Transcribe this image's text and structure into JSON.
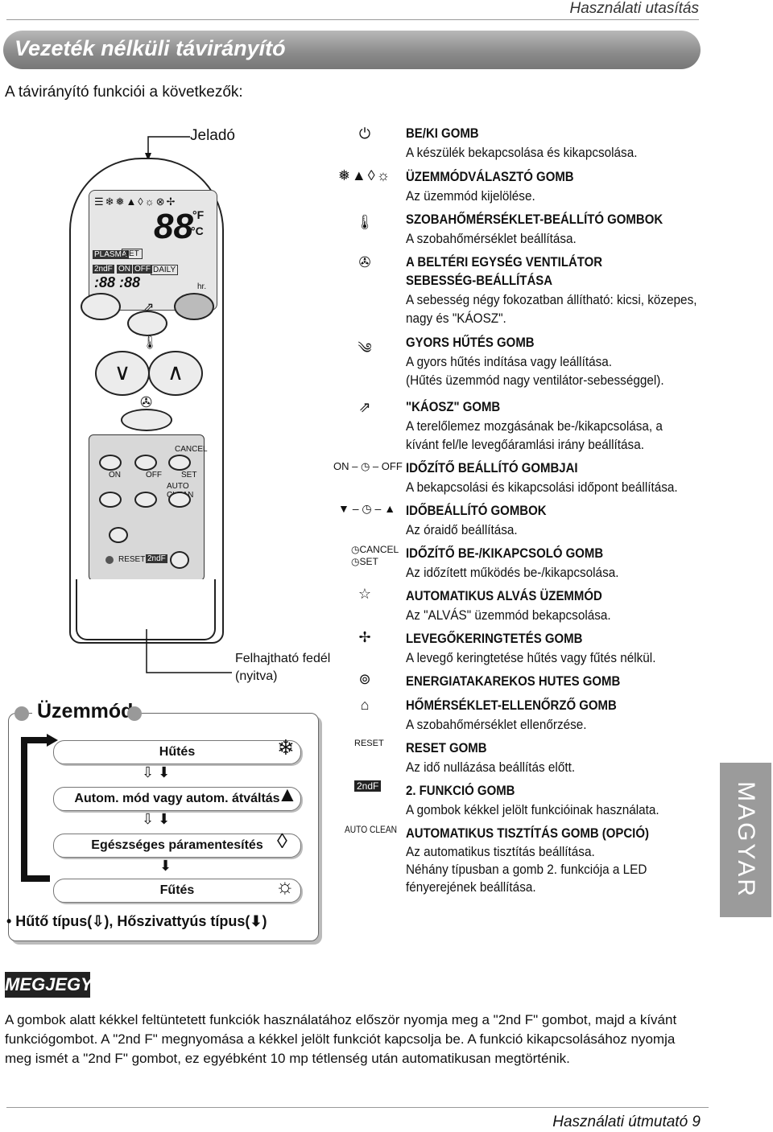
{
  "header": {
    "top_right": "Használati utasítás",
    "banner_title": "Vezeték nélküli távirányító",
    "intro": "A távirányító funkciói a következők:"
  },
  "remote": {
    "jelado": "Jeladó",
    "lcd": {
      "plasma": "PLASMA",
      "jet": "JET",
      "second_f": "2ndF",
      "on": "ON",
      "off": "OFF",
      "daily": "DAILY",
      "hr": "hr.",
      "digits": "88",
      "temp_unit_f": "°F",
      "temp_unit_c": "°C"
    },
    "labels": {
      "cancel": "CANCEL",
      "set": "SET",
      "on": "ON",
      "off": "OFF",
      "auto_clean": "AUTO CLEAN",
      "reset": "RESET",
      "second_f": "2ndF"
    },
    "flip_cover": "Felhajtható fedél (nyitva)"
  },
  "modes": {
    "title": "Üzemmód",
    "items": [
      "Hűtés",
      "Autom. mód vagy autom. átváltás",
      "Egészséges páramentesítés",
      "Fűtés"
    ],
    "footer": "• Hűtő típus(",
    "footer_mid": "), Hőszivattyús típus(",
    "footer_end": ")"
  },
  "functions": [
    {
      "title": "BE/KI GOMB",
      "desc": [
        "A készülék bekapcsolása és kikapcsolása."
      ]
    },
    {
      "title": "ÜZEMMÓDVÁLASZTÓ GOMB",
      "desc": [
        "Az üzemmód kijelölése."
      ]
    },
    {
      "title": "SZOBAHŐMÉRSÉKLET-BEÁLLÍTÓ GOMBOK",
      "desc": [
        "A szobahőmérséklet beállítása."
      ]
    },
    {
      "title": "A BELTÉRI EGYSÉG VENTILÁTOR",
      "title2": "SEBESSÉG-BEÁLLÍTÁSA",
      "desc": [
        "A sebesség négy fokozatban állítható: kicsi, közepes,",
        "nagy és \"KÁOSZ\"."
      ]
    },
    {
      "title": "GYORS HŰTÉS  GOMB",
      "desc": [
        "A gyors hűtés indítása vagy leállítása.",
        "(Hűtés üzemmód nagy ventilátor-sebességgel)."
      ]
    },
    {
      "title": "\"KÁOSZ\" GOMB",
      "desc": [
        "A terelőlemez mozgásának be-/kikapcsolása, a",
        "kívánt fel/le levegőáramlási irány beállítása."
      ]
    },
    {
      "title": "IDŐZÍTŐ BEÁLLÍTÓ GOMBJAI",
      "desc": [
        "A bekapcsolási és kikapcsolási időpont beállítása."
      ]
    },
    {
      "title": "IDŐBEÁLLÍTÓ GOMBOK",
      "desc": [
        "Az óraidő beállítása."
      ]
    },
    {
      "title": "IDŐZÍTŐ BE-/KIKAPCSOLÓ GOMB",
      "desc": [
        "Az időzített működés be-/kikapcsolása."
      ]
    },
    {
      "title": "AUTOMATIKUS ALVÁS ÜZEMMÓD",
      "desc": [
        "Az \"ALVÁS\" üzemmód bekapcsolása."
      ]
    },
    {
      "title": "LEVEGŐKERINGTETÉS GOMB",
      "desc": [
        "A levegő keringtetése hűtés vagy fűtés nélkül."
      ]
    },
    {
      "title": "ENERGIATAKAREKOS HUTES GOMB",
      "desc": []
    },
    {
      "title": "HŐMÉRSÉKLET-ELLENŐRZŐ GOMB",
      "desc": [
        "A szobahőmérséklet ellenőrzése."
      ]
    },
    {
      "title": "RESET GOMB",
      "desc": [
        "Az idő nullázása beállítás előtt."
      ]
    },
    {
      "title": "2. FUNKCIÓ GOMB",
      "desc": [
        "A gombok kékkel jelölt funkcióinak használata."
      ]
    },
    {
      "title": "AUTOMATIKUS TISZTÍTÁS GOMB (OPCIÓ)",
      "desc": [
        "Az automatikus tisztítás beállítása.",
        "Néhány típusban a gomb 2. funkciója a LED",
        "fényerejének beállítása."
      ]
    }
  ],
  "icon_labels": {
    "on": "ON",
    "off": "OFF",
    "cancel": "CANCEL",
    "set": "SET",
    "reset": "RESET",
    "second_f": "2ndF",
    "auto_clean": "AUTO CLEAN"
  },
  "side_tab": "MAGYAR",
  "note": {
    "heading": "MEGJEGYZÉS",
    "lines": [
      "A gombok alatt kékkel feltüntetett funkciók használatához először nyomja meg a \"2nd F\" gombot, majd a kívánt",
      "funkciógombot. A \"2nd F\" megnyomása a kékkel jelölt funkciót kapcsolja be. A funkció kikapcsolásához nyomja",
      "meg ismét a \"2nd F\" gombot, ez egyébként 10 mp tétlenség után automatikusan megtörténik."
    ]
  },
  "footer": "Használati útmutató  9"
}
